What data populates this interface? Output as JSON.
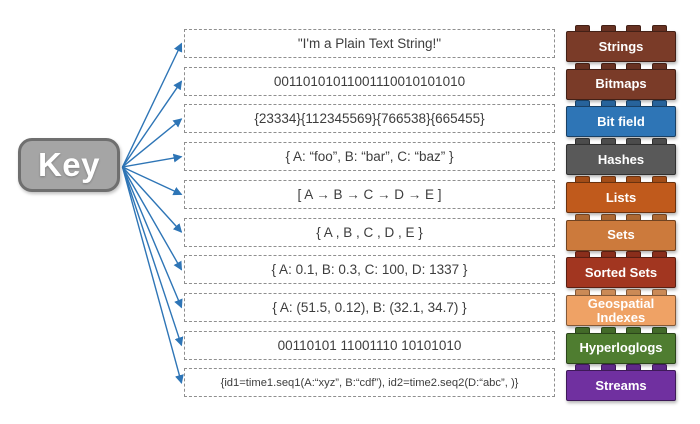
{
  "key_label": "Key",
  "colors": {
    "arrow": "#2e75b6",
    "key_fill": "#a5a5a5",
    "key_border": "#6f6f6f",
    "value_text": "#3d3d3d",
    "box_dash": "#8f8f8f"
  },
  "rows": [
    {
      "value": "\"I'm a Plain Text String!\"",
      "type": "Strings",
      "brick_color": "#7a3b28"
    },
    {
      "value": "00110101011001110010101010",
      "type": "Bitmaps",
      "brick_color": "#7a3b28"
    },
    {
      "value": "{23334}{112345569}{766538}{665455}",
      "type": "Bit field",
      "brick_color": "#2e75b6"
    },
    {
      "value": "{ A: “foo”, B: “bar”, C: “baz”  }",
      "type": "Hashes",
      "brick_color": "#595959"
    },
    {
      "value": "[ A → B → C → D → E ]",
      "type": "Lists",
      "brick_color": "#c05a1c"
    },
    {
      "value": "{  A , B , C , D , E  }",
      "type": "Sets",
      "brick_color": "#cc7a3c"
    },
    {
      "value": "{ A: 0.1, B: 0.3, C: 100, D: 1337 }",
      "type": "Sorted Sets",
      "brick_color": "#a23620"
    },
    {
      "value": "{ A: (51.5, 0.12), B: (32.1, 34.7)  }",
      "type": "Geospatial Indexes",
      "brick_color": "#efa265"
    },
    {
      "value": "00110101 11001110 10101010",
      "type": "Hyperloglogs",
      "brick_color": "#4f7d30"
    },
    {
      "value": "{id1=time1.seq1(A:“xyz”, B:“cdf”), id2=time2.seq2(D:“abc”, )}",
      "type": "Streams",
      "brick_color": "#7030a0",
      "small": true
    }
  ]
}
